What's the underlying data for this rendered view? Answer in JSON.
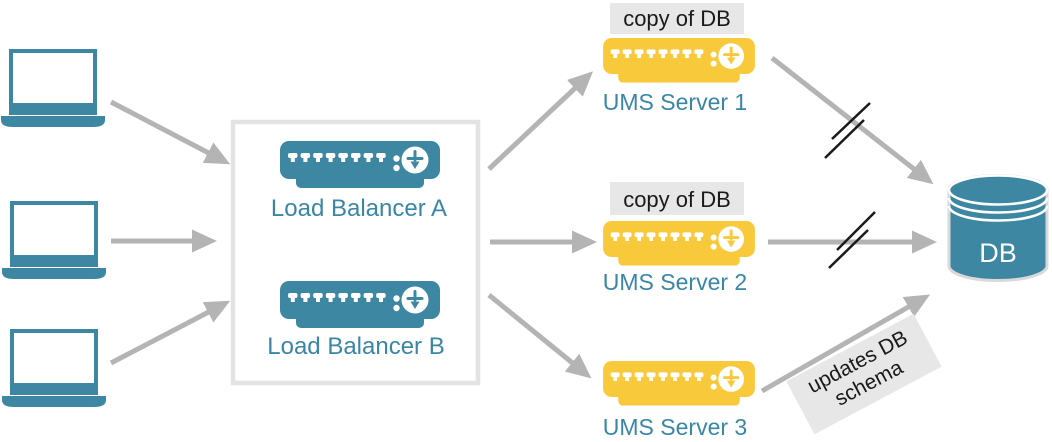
{
  "diagram": {
    "load_balancers": [
      {
        "label": "Load Balancer A"
      },
      {
        "label": "Load Balancer B"
      }
    ],
    "ums_servers": [
      {
        "label": "UMS Server 1",
        "badge": "copy of DB"
      },
      {
        "label": "UMS Server 2",
        "badge": "copy of DB"
      },
      {
        "label": "UMS Server 3"
      }
    ],
    "database": {
      "label": "DB"
    },
    "annotation": {
      "line1": "updates DB",
      "line2": "schema"
    },
    "icons": {
      "client": "laptop-icon",
      "load_balancer": "network-appliance-icon",
      "ums_server": "network-appliance-icon",
      "database": "database-cylinder-icon",
      "broken_link": "double-slash-icon"
    },
    "colors": {
      "teal": "#3d87a3",
      "yellow": "#f9c93c",
      "arrow_gray": "#b4b4b4",
      "label_background": "#e7e7e7",
      "slash_black": "#1a1a1a",
      "box_border": "#e3e3e3",
      "text_dark": "#1a1a1a"
    }
  }
}
